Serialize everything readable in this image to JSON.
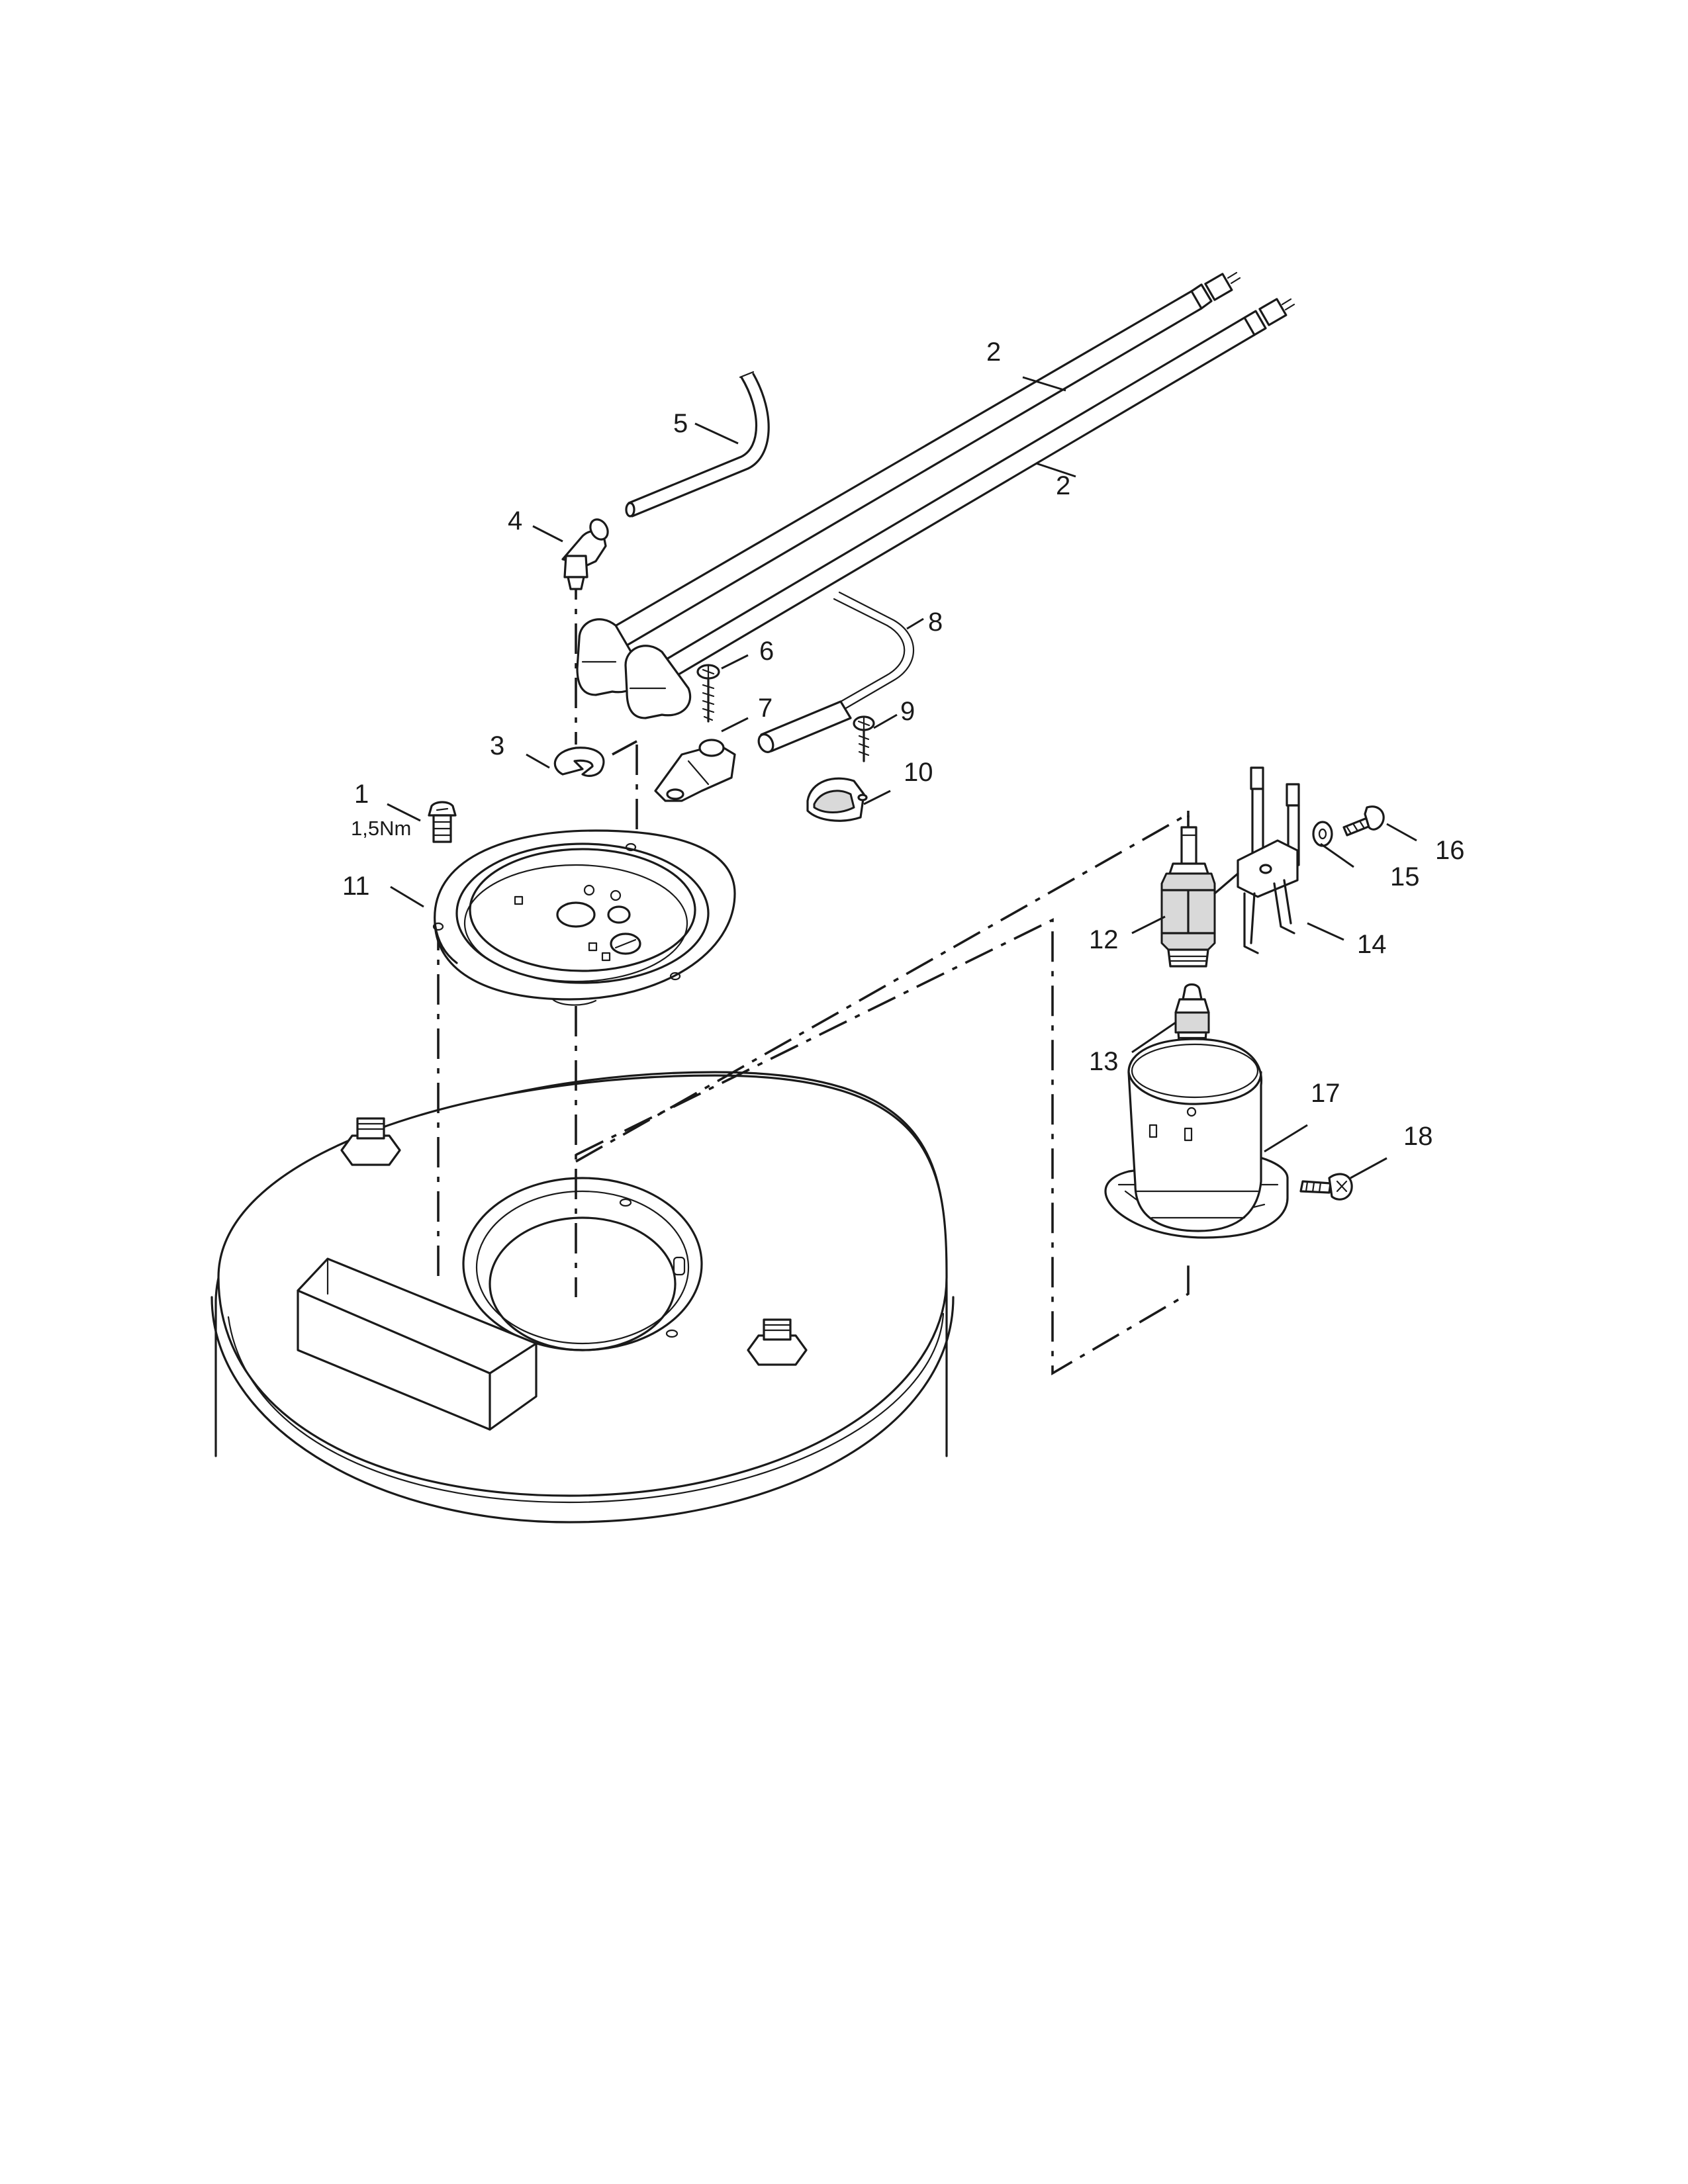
{
  "diagram": {
    "callouts": [
      {
        "id": "1",
        "label": "1"
      },
      {
        "id": "1nm",
        "label": "1,5Nm"
      },
      {
        "id": "2a",
        "label": "2"
      },
      {
        "id": "2b",
        "label": "2"
      },
      {
        "id": "3",
        "label": "3"
      },
      {
        "id": "4",
        "label": "4"
      },
      {
        "id": "5",
        "label": "5"
      },
      {
        "id": "6",
        "label": "6"
      },
      {
        "id": "7",
        "label": "7"
      },
      {
        "id": "8",
        "label": "8"
      },
      {
        "id": "9",
        "label": "9"
      },
      {
        "id": "10",
        "label": "10"
      },
      {
        "id": "11",
        "label": "11"
      },
      {
        "id": "12",
        "label": "12"
      },
      {
        "id": "13",
        "label": "13"
      },
      {
        "id": "14",
        "label": "14"
      },
      {
        "id": "15",
        "label": "15"
      },
      {
        "id": "16",
        "label": "16"
      },
      {
        "id": "17",
        "label": "17"
      },
      {
        "id": "18",
        "label": "18"
      }
    ]
  }
}
